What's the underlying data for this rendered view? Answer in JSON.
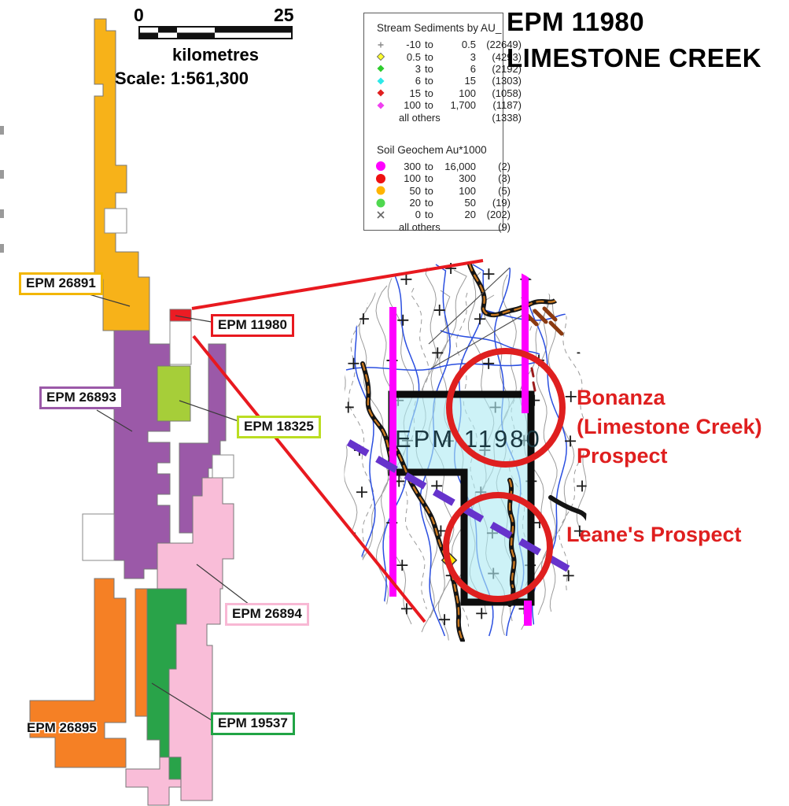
{
  "title": {
    "line1": "EPM 11980",
    "line2": "LIMESTONE CREEK"
  },
  "scalebar": {
    "zero": "0",
    "max": "25",
    "units": "kilometres",
    "scale": "Scale: 1:561,300"
  },
  "legend": {
    "stream_title": "Stream Sediments by AU_",
    "stream_rows": [
      {
        "sym": "plus",
        "color": "#8a8a8a",
        "low": "-10",
        "to": "to",
        "high": "0.5",
        "count": "(22649)"
      },
      {
        "sym": "diamond",
        "color": "#ffff2e",
        "low": "0.5",
        "to": "to",
        "high": "3",
        "count": "(4293)"
      },
      {
        "sym": "diamond",
        "color": "#2ecc2e",
        "low": "3",
        "to": "to",
        "high": "6",
        "count": "(2192)"
      },
      {
        "sym": "diamond",
        "color": "#2ee8e8",
        "low": "6",
        "to": "to",
        "high": "15",
        "count": "(1303)"
      },
      {
        "sym": "diamond",
        "color": "#e02020",
        "low": "15",
        "to": "to",
        "high": "100",
        "count": "(1058)"
      },
      {
        "sym": "diamond",
        "color": "#f040f0",
        "low": "100",
        "to": "to",
        "high": "1,700",
        "count": "(1187)"
      },
      {
        "sym": "none",
        "color": "",
        "low": "all others",
        "to": "",
        "high": "",
        "count": "(1338)"
      }
    ],
    "soil_title": "Soil Geochem Au*1000",
    "soil_rows": [
      {
        "sym": "circle",
        "color": "#ff00ff",
        "low": "300",
        "to": "to",
        "high": "16,000",
        "count": "(2)"
      },
      {
        "sym": "circle",
        "color": "#ee1111",
        "low": "100",
        "to": "to",
        "high": "300",
        "count": "(3)"
      },
      {
        "sym": "circle",
        "color": "#ffb400",
        "low": "50",
        "to": "to",
        "high": "100",
        "count": "(5)"
      },
      {
        "sym": "circle",
        "color": "#4fd84f",
        "low": "20",
        "to": "to",
        "high": "50",
        "count": "(19)"
      },
      {
        "sym": "x",
        "color": "#666666",
        "low": "0",
        "to": "to",
        "high": "20",
        "count": "(202)"
      },
      {
        "sym": "none",
        "color": "",
        "low": "all others",
        "to": "",
        "high": "",
        "count": "(9)"
      }
    ]
  },
  "permits": {
    "epm26891": {
      "label": "EPM 26891",
      "color": "#F7B219",
      "border": "#F2B600"
    },
    "epm26893": {
      "label": "EPM 26893",
      "color": "#9B59A8",
      "border": "#9B59A8"
    },
    "epm11980": {
      "label": "EPM 11980",
      "color": "#EC1C24",
      "border": "#E8191F"
    },
    "epm18325": {
      "label": "EPM 18325",
      "color": "#A6CE39",
      "border": "#BBDD22"
    },
    "epm26894": {
      "label": "EPM 26894",
      "color": "#F9BDD8",
      "border": "#F8B8D4"
    },
    "epm19537": {
      "label": "EPM 19537",
      "color": "#29A349",
      "border": "#21A445"
    },
    "epm26895": {
      "label": "EPM 26895",
      "color": "#F58025"
    }
  },
  "inset": {
    "epm_label": "EPM 11980",
    "fill": "#AEEAF2",
    "accent": "#DF1F1F",
    "prospects": {
      "bonanza": {
        "lines": [
          "Bonanza",
          "(Limestone Creek)",
          "Prospect"
        ]
      },
      "leanes": {
        "lines": [
          "Leane's Prospect"
        ]
      }
    }
  }
}
